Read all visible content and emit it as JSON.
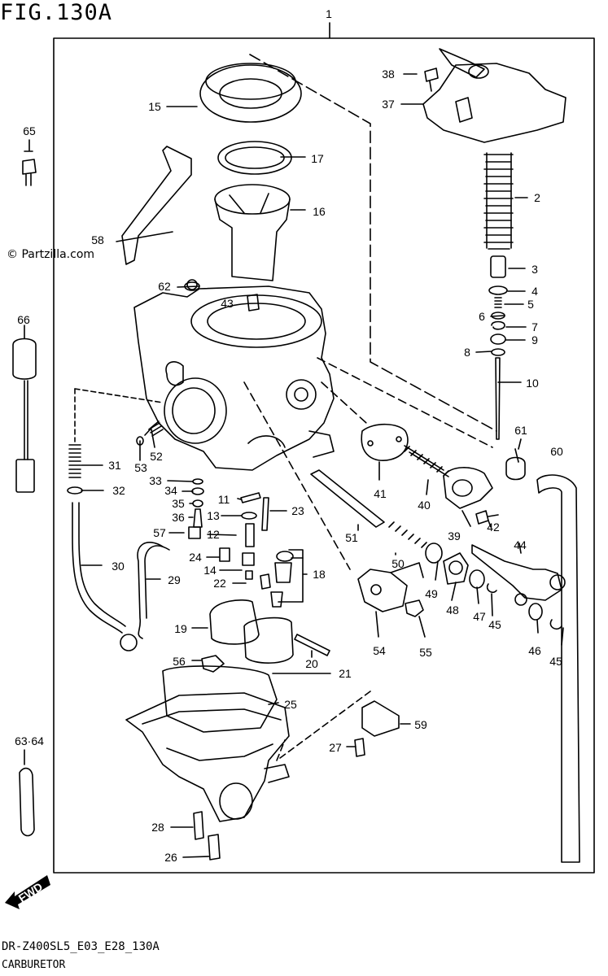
{
  "header": {
    "figure": "FIG.130A"
  },
  "watermark": "© Partzilla.com",
  "footer": {
    "code": "DR-Z400SL5_E03_E28_130A",
    "title": "CARBURETOR"
  },
  "fwd": {
    "label": "FWD"
  },
  "assembly": {
    "label": "1"
  },
  "callouts": [
    {
      "n": "15"
    },
    {
      "n": "17"
    },
    {
      "n": "16"
    },
    {
      "n": "58"
    },
    {
      "n": "62"
    },
    {
      "n": "43"
    },
    {
      "n": "38"
    },
    {
      "n": "37"
    },
    {
      "n": "2"
    },
    {
      "n": "3"
    },
    {
      "n": "4"
    },
    {
      "n": "5"
    },
    {
      "n": "6"
    },
    {
      "n": "7"
    },
    {
      "n": "9"
    },
    {
      "n": "8"
    },
    {
      "n": "10"
    },
    {
      "n": "61"
    },
    {
      "n": "60"
    },
    {
      "n": "41"
    },
    {
      "n": "40"
    },
    {
      "n": "39"
    },
    {
      "n": "42"
    },
    {
      "n": "44"
    },
    {
      "n": "49"
    },
    {
      "n": "48"
    },
    {
      "n": "47"
    },
    {
      "n": "45"
    },
    {
      "n": "46"
    },
    {
      "n": "45"
    },
    {
      "n": "51"
    },
    {
      "n": "50"
    },
    {
      "n": "54"
    },
    {
      "n": "55"
    },
    {
      "n": "52"
    },
    {
      "n": "53"
    },
    {
      "n": "31"
    },
    {
      "n": "32"
    },
    {
      "n": "33"
    },
    {
      "n": "34"
    },
    {
      "n": "35"
    },
    {
      "n": "36"
    },
    {
      "n": "11"
    },
    {
      "n": "13"
    },
    {
      "n": "23"
    },
    {
      "n": "57"
    },
    {
      "n": "12"
    },
    {
      "n": "24"
    },
    {
      "n": "14"
    },
    {
      "n": "22"
    },
    {
      "n": "18"
    },
    {
      "n": "30"
    },
    {
      "n": "29"
    },
    {
      "n": "19"
    },
    {
      "n": "56"
    },
    {
      "n": "20"
    },
    {
      "n": "21"
    },
    {
      "n": "25"
    },
    {
      "n": "59"
    },
    {
      "n": "27"
    },
    {
      "n": "28"
    },
    {
      "n": "26"
    },
    {
      "n": "65"
    },
    {
      "n": "66"
    },
    {
      "n": "63·64"
    }
  ]
}
